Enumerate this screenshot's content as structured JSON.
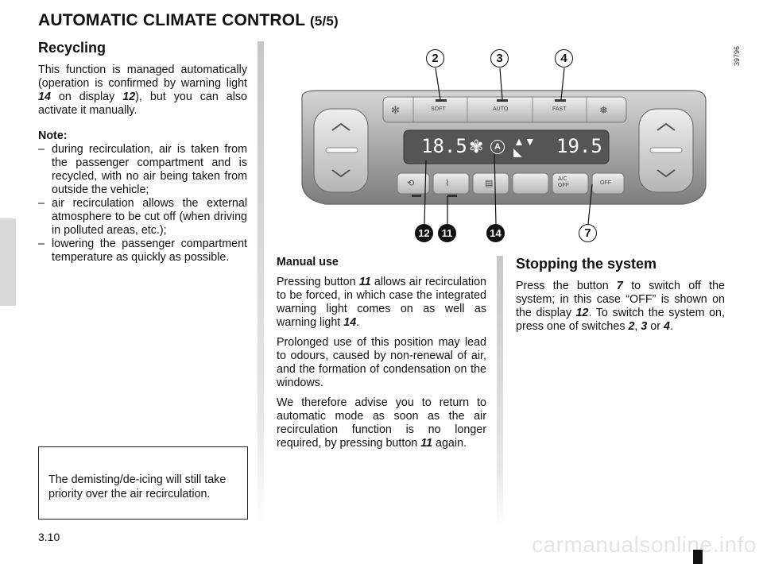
{
  "header": {
    "title": "AUTOMATIC CLIMATE CONTROL",
    "part": "(5/5)"
  },
  "recycling": {
    "heading": "Recycling",
    "intro_1": "This function is managed automatically (operation is confirmed by warning light ",
    "intro_ref14": "14",
    "intro_2": " on display ",
    "intro_ref12": "12",
    "intro_3": "), but you can also activate it manually.",
    "note_label": "Note:",
    "bullets": [
      "during recirculation, air is taken from the passenger compartment and is recycled, with no air being taken from outside the vehicle;",
      "air recirculation allows the external atmosphere to be cut off (when driving in polluted areas, etc.);",
      "lowering the passenger compartment temperature as quickly as possible."
    ]
  },
  "note_box": {
    "text": "The demisting/de-icing will still take priority over the air recirculation."
  },
  "manual": {
    "heading": "Manual use",
    "p1_a": "Pressing button ",
    "p1_ref11": "11",
    "p1_b": " allows air recirculation to be forced, in which case the integrated warning light comes on as well as warning light ",
    "p1_ref14": "14",
    "p1_c": ".",
    "p2": "Prolonged use of this position may lead to odours, caused by non-renewal of air, and the formation of condensation on the windows.",
    "p3_a": "We therefore advise you to return to automatic mode as soon as the air recirculation function is no longer required, by pressing button ",
    "p3_ref11": "11",
    "p3_b": " again."
  },
  "stopping": {
    "heading": "Stopping the system",
    "a": "Press the button ",
    "ref7": "7",
    "b": " to switch off the system; in this case “OFF” is shown on the display ",
    "ref12": "12",
    "c": ". To switch the system on, press one of switches ",
    "ref2": "2",
    "d": ", ",
    "ref3": "3",
    "e": " or ",
    "ref4": "4",
    "f": "."
  },
  "figure": {
    "image_ref": "39796",
    "callouts_top": [
      "2",
      "3",
      "4"
    ],
    "callouts_bottom": [
      "12",
      "11",
      "14",
      "7"
    ],
    "buttons_top": [
      "SOFT",
      "AUTO",
      "FAST"
    ],
    "display_left_temp": "18.5",
    "display_right_temp": "19.5",
    "auto_symbol": "A",
    "ac_label": "A/C",
    "ac_sub": "OFF",
    "off_label": "OFF"
  },
  "footer": {
    "page_number": "3.10",
    "watermark": "carmanualsonline.info"
  }
}
